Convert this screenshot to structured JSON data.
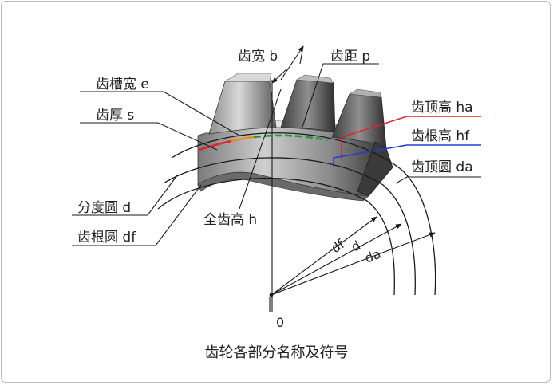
{
  "labels": {
    "tooth_width": "齿宽 b",
    "pitch": "齿距 p",
    "space_width": "齿槽宽 e",
    "tooth_thickness": "齿厚 s",
    "addendum": "齿顶高 ha",
    "dedendum": "齿根高 hf",
    "tip_circle": "齿顶圆 da",
    "pitch_circle": "分度圆 d",
    "root_circle": "齿根圆 df",
    "whole_depth": "全齿高 h"
  },
  "diameters": {
    "df": "df",
    "d": "d",
    "da": "da"
  },
  "origin": "0",
  "caption": "齿轮各部分名称及符号",
  "colors": {
    "addendum_line": "#e0242c",
    "dedendum_line": "#1f3fd6",
    "pitch_arc_red": "#e0242c",
    "pitch_arc_orange": "#f08c1a",
    "pitch_arc_green": "#1e9e3a"
  }
}
